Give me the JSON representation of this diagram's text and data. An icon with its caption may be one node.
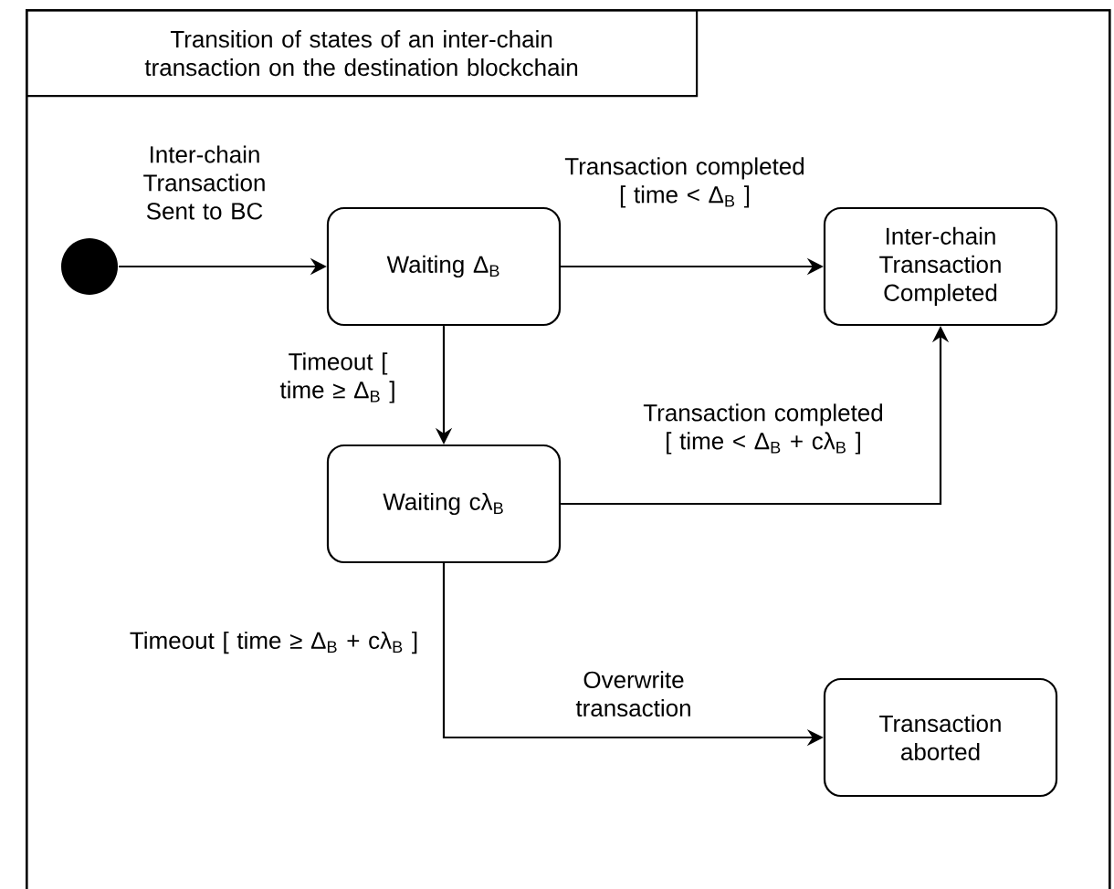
{
  "diagram": {
    "nodes": [
      {
        "text": [
          "Transition of states of an inter-chain transaction on the destination blockchain"
        ]
      },
      {
        "text": [],
        "shape": "circle",
        "in": 0
      },
      {
        "text": [
          "Waiting Δ$_{B}$"
        ],
        "in": 0
      },
      {
        "text": [
          "Inter-chain Transaction Completed"
        ],
        "in": 0
      },
      {
        "text": [
          "Waiting cλ$_{B}$"
        ],
        "in": 0
      },
      {
        "text": [
          "Transaction aborted"
        ],
        "in": 0
      }
    ],
    "edges": [
      {
        "from": 1,
        "to": 2,
        "arrow": "to",
        "label": "Inter-chain Transaction Sent to BC"
      },
      {
        "from": 2,
        "to": 3,
        "arrow": "to",
        "label": "Transaction completed [ time < Δ$_{B}$ ]"
      },
      {
        "from": 2,
        "to": 4,
        "arrow": "to",
        "label": "Timeout [ time ≥ Δ$_{B}$ ]"
      },
      {
        "from": 4,
        "to": 3,
        "arrow": "to",
        "label": "Transaction completed [ time < Δ$_{B}$ + cλ$_{B}$ ]"
      },
      {
        "from": 4,
        "to": 5,
        "arrow": "to",
        "label": "Timeout [ time ≥ Δ$_{B}$ + cλ$_{B}$ ]"
      }
    ],
    "labels": [
      "Overwrite transaction"
    ]
  }
}
